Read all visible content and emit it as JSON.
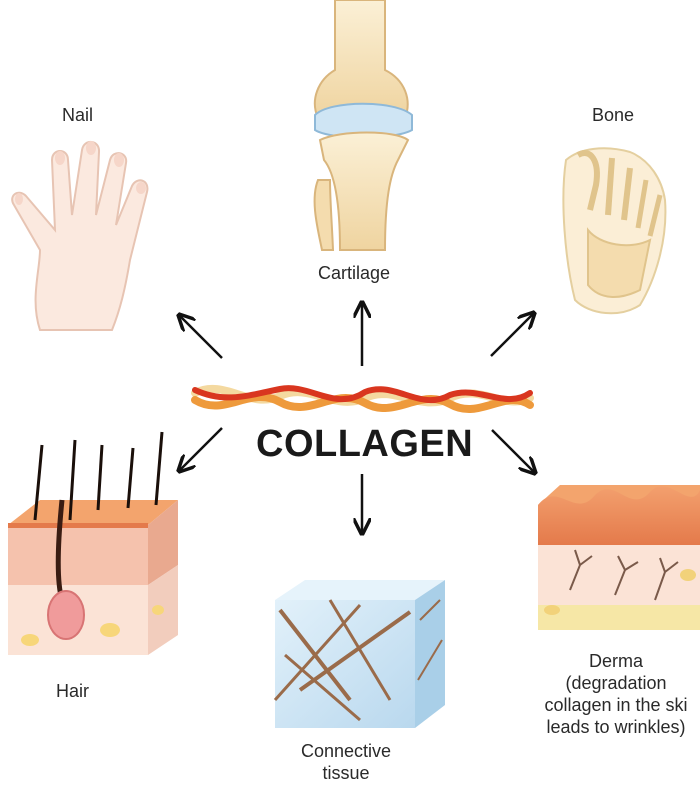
{
  "center": {
    "title": "COLLAGEN"
  },
  "parts": {
    "nail": "Nail",
    "cartilage": "Cartilage",
    "bone": "Bone",
    "hair": "Hair",
    "connective": [
      "Connective",
      "tissue"
    ],
    "derma": [
      "Derma",
      "(degradation",
      "collagen in the ski",
      "leads to wrinkles)"
    ]
  },
  "colors": {
    "strand_red": "#d9361f",
    "strand_orange": "#ee9a3c",
    "strand_cream": "#f4d9a0",
    "skin_pink": "#f5c2ad",
    "skin_deep": "#e98a63",
    "bone": "#f6e6c4",
    "cartilage": "#cfe5f4",
    "tissue_blue": "#cfe6f5"
  }
}
